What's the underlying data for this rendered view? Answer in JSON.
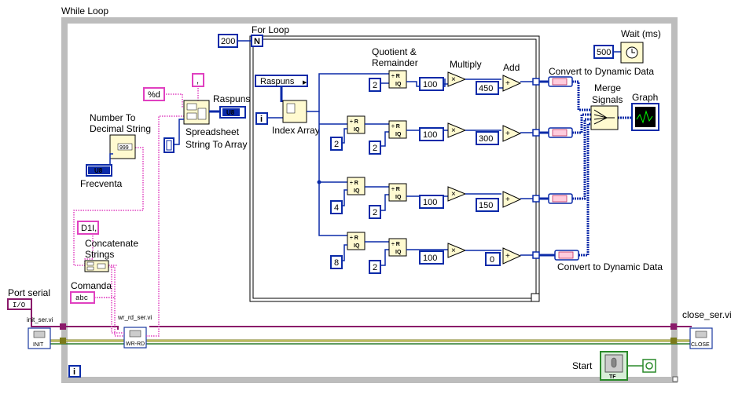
{
  "while_loop": {
    "label": "While Loop",
    "iteration_terminal": "i",
    "start_label": "Start"
  },
  "for_loop": {
    "label": "For Loop",
    "count": "200",
    "count_terminal": "N",
    "iteration_terminal": "i"
  },
  "serial": {
    "port_label": "Port serial",
    "port_const": "I/O",
    "init_label": "init_ser.vi",
    "init_text": "INIT",
    "wr_rd_label": "wr_rd_ser.vi",
    "wr_rd_text": "WR-RD",
    "close_label": "close_ser.vi",
    "close_text": "CLOSE"
  },
  "strings": {
    "comanda_label": "Comanda",
    "comanda_ctrl": "abc",
    "d1_const": "D1I,",
    "concat_label_1": "Concatenate",
    "concat_label_2": "Strings",
    "numtostr_label_1": "Number To",
    "numtostr_label_2": "Decimal String",
    "frecventa_label": "Frecventa",
    "frecventa_ctrl": "U8",
    "format_const": "%d",
    "comma_const": ",",
    "spreadsheet_label_1": "Spreadsheet",
    "spreadsheet_label_2": "String To Array",
    "raspuns_label": "Raspuns",
    "raspuns_ind": "U8",
    "index_array_label": "Index Array",
    "raspuns_local": "Raspuns"
  },
  "math": {
    "quotient_label_1": "Quotient &",
    "quotient_label_2": "Remainder",
    "multiply_label": "Multiply",
    "add_label": "Add",
    "divisor": "2",
    "channels": [
      {
        "pre_divisor": "",
        "multiplier": "100",
        "offset": "450"
      },
      {
        "pre_divisor": "2",
        "multiplier": "100",
        "offset": "300"
      },
      {
        "pre_divisor": "4",
        "multiplier": "100",
        "offset": "150"
      },
      {
        "pre_divisor": "8",
        "multiplier": "100",
        "offset": "0"
      }
    ]
  },
  "output": {
    "convert_label": "Convert to Dynamic Data",
    "merge_label_1": "Merge",
    "merge_label_2": "Signals",
    "graph_label": "Graph",
    "wait_label": "Wait (ms)",
    "wait_value": "500"
  },
  "colors": {
    "string_wire": "#e040c0",
    "numeric_wire": "#0a2aa8",
    "error_wire": "#7a7a1a",
    "refnum_wire": "#8a1a6a",
    "loop_border": "#8a8a8a",
    "dynamic_wire": "#0a2aa8"
  }
}
